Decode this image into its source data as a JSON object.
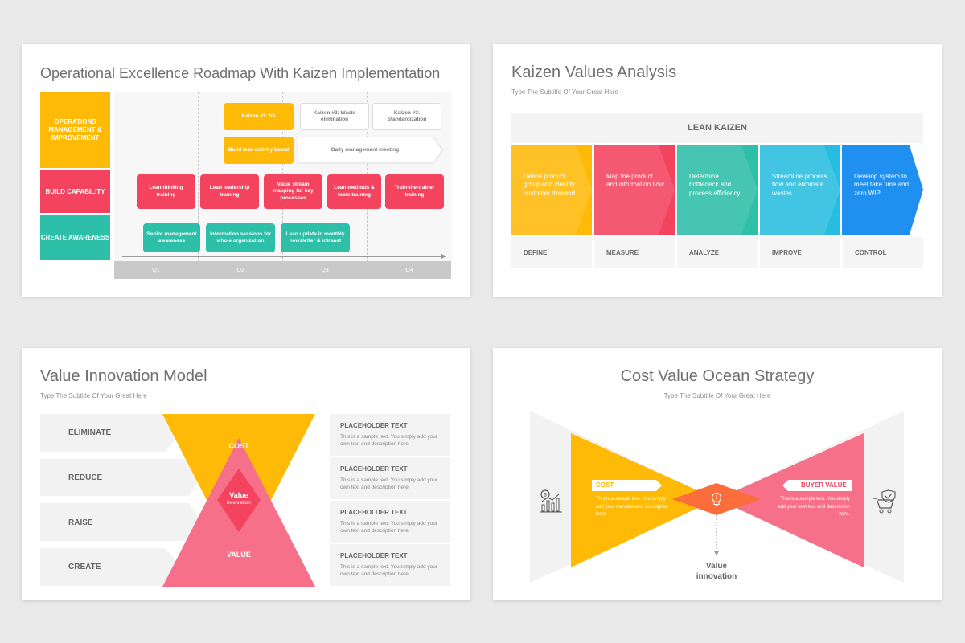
{
  "slide1": {
    "title": "Operational Excellence Roadmap With Kaizen Implementation",
    "rows": [
      {
        "label": "OPERATIONS MANAGEMENT & IMPROVEMENT",
        "color": "#ffba08"
      },
      {
        "label": "BUILD CAPABILITY",
        "color": "#f4435f"
      },
      {
        "label": "CREATE AWARENESS",
        "color": "#2dbfa8"
      }
    ],
    "quarters": [
      "Q1",
      "Q2",
      "Q3",
      "Q4"
    ],
    "boxes": {
      "kaizen1": "Kaizen #1: 5S",
      "kaizen2": "Kaizen #2: Waste elimination",
      "kaizen3": "Kaizen #3: Standardization",
      "lean_board": "Build lean activity board",
      "daily_meeting": "Daily management meeting",
      "lean_thinking": "Lean thinking training",
      "lean_leadership": "Lean leadership training",
      "value_stream": "Value stream mapping for key processes",
      "lean_methods": "Lean methods & tools training",
      "train_trainer": "Train-the-trainer training",
      "senior_mgmt": "Senior management awareness",
      "info_sessions": "Information sessions for whole organization",
      "lean_update": "Lean update in monthly newsletter & intranet"
    }
  },
  "slide2": {
    "title": "Kaizen Values Analysis",
    "subtitle": "Type The Subtitle Of Your Great Here",
    "header": "LEAN KAIZEN",
    "stages": [
      {
        "text": "Define product group and identify customer demand",
        "label": "DEFINE",
        "color": "#ffba08"
      },
      {
        "text": "Map the product and information flow",
        "label": "MEASURE",
        "color": "#f4435f"
      },
      {
        "text": "Determine bottleneck and process efficiency",
        "label": "ANALYZE",
        "color": "#2dbfa8"
      },
      {
        "text": "Streamline process flow and eliminate wastes",
        "label": "IMPROVE",
        "color": "#27bde0"
      },
      {
        "text": "Develop system to meet take time and zero WIP",
        "label": "CONTROL",
        "color": "#1f8ff0"
      }
    ]
  },
  "slide3": {
    "title": "Value Innovation Model",
    "subtitle": "Type The Subtitle Of Your Great Here",
    "actions": [
      "ELIMINATE",
      "REDUCE",
      "RAISE",
      "CREATE"
    ],
    "top_label": "COST",
    "bottom_label": "VALUE",
    "center_label_1": "Value",
    "center_label_2": "innovation",
    "cards": [
      {
        "title": "PLACEHOLDER TEXT",
        "desc": "This is a sample text. You simply add your own text and description here."
      },
      {
        "title": "PLACEHOLDER TEXT",
        "desc": "This is a sample text. You simply add your own text and description here."
      },
      {
        "title": "PLACEHOLDER TEXT",
        "desc": "This is a sample text. You simply add your own text and description here."
      },
      {
        "title": "PLACEHOLDER TEXT",
        "desc": "This is a sample text. You simply add your own text and description here."
      }
    ]
  },
  "slide4": {
    "title": "Cost Value Ocean Strategy",
    "subtitle": "Type The Subtitle Of Your Great Here",
    "left_label": "COST",
    "right_label": "BUYER VALUE",
    "left_desc": "This is a sample text. You simply add your own text and description here.",
    "right_desc": "This is a sample text. You simply add your own text and description here.",
    "bottom_label_1": "Value",
    "bottom_label_2": "innovation",
    "icons": {
      "left": "cost-chart-icon",
      "center": "lightbulb-icon",
      "right": "cart-check-icon"
    }
  }
}
